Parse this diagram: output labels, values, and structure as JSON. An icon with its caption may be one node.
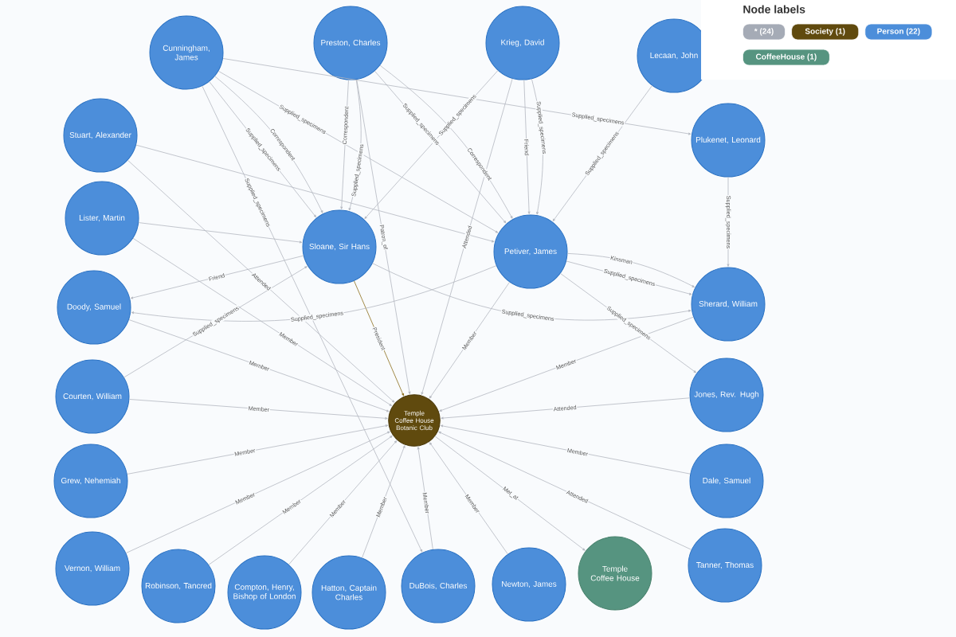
{
  "diagram": {
    "nodes": [
      {
        "text": [
          "Cunningham, James"
        ]
      },
      {
        "text": [
          "Preston, Charles"
        ]
      },
      {
        "text": [
          "Krieg, David"
        ]
      },
      {
        "text": [
          "Lecaan, John"
        ]
      },
      {
        "text": [
          "Stuart, Alexander"
        ]
      },
      {
        "text": [
          "Plukenet, Leonard"
        ]
      },
      {
        "text": [
          "Lister, Martin"
        ]
      },
      {
        "text": [
          "Sloane, Sir Hans"
        ]
      },
      {
        "text": [
          "Petiver, James"
        ]
      },
      {
        "text": [
          "Doody, Samuel"
        ]
      },
      {
        "text": [
          "Sherard, William"
        ]
      },
      {
        "text": [
          "Courten, William"
        ]
      },
      {
        "text": [
          "Temple Coffee House Botanic Club"
        ]
      },
      {
        "text": [
          "Jones, Rev. Hugh"
        ]
      },
      {
        "text": [
          "Grew, Nehemiah"
        ]
      },
      {
        "text": [
          "Dale, Samuel"
        ]
      },
      {
        "text": [
          "Vernon, William"
        ]
      },
      {
        "text": [
          "Robinson, Tancred"
        ]
      },
      {
        "text": [
          "Compton, Henry, Bishop of London"
        ]
      },
      {
        "text": [
          "Hatton, Captain Charles"
        ]
      },
      {
        "text": [
          "DuBois, Charles"
        ]
      },
      {
        "text": [
          "Newton, James"
        ]
      },
      {
        "text": [
          "Temple Coffee House"
        ]
      },
      {
        "text": [
          "Tanner, Thomas"
        ]
      }
    ],
    "edges": [
      {
        "from": 7,
        "to": 12,
        "arrow": "to",
        "label": "President",
        "color": "#8b6d1a"
      },
      {
        "from": 4,
        "to": 12,
        "arrow": "to",
        "label": "Attended"
      },
      {
        "from": 6,
        "to": 12,
        "arrow": "to",
        "label": "Member"
      },
      {
        "from": 9,
        "to": 12,
        "arrow": "to",
        "label": "Member"
      },
      {
        "from": 11,
        "to": 12,
        "arrow": "to",
        "label": "Member"
      },
      {
        "from": 14,
        "to": 12,
        "arrow": "to",
        "label": "Member"
      },
      {
        "from": 16,
        "to": 12,
        "arrow": "to",
        "label": "Member"
      },
      {
        "from": 17,
        "to": 12,
        "arrow": "to",
        "label": "Member"
      },
      {
        "from": 18,
        "to": 12,
        "arrow": "to",
        "label": "Member"
      },
      {
        "from": 19,
        "to": 12,
        "arrow": "to",
        "label": "Member"
      },
      {
        "from": 20,
        "to": 12,
        "arrow": "to",
        "label": "Member"
      },
      {
        "from": 21,
        "to": 12,
        "arrow": "to",
        "label": "Member"
      },
      {
        "from": 12,
        "to": 22,
        "arrow": "to",
        "label": "Met_at"
      },
      {
        "from": 23,
        "to": 12,
        "arrow": "to",
        "label": "Attended"
      },
      {
        "from": 15,
        "to": 12,
        "arrow": "to",
        "label": "Member"
      },
      {
        "from": 13,
        "to": 12,
        "arrow": "to",
        "label": "Attended"
      },
      {
        "from": 10,
        "to": 12,
        "arrow": "to",
        "label": "Member"
      },
      {
        "from": 8,
        "to": 12,
        "arrow": "to",
        "label": "Member"
      },
      {
        "from": 2,
        "to": 12,
        "arrow": "to",
        "label": "Attended"
      },
      {
        "from": 1,
        "to": 12,
        "arrow": "to",
        "label": "Patron_of"
      },
      {
        "from": 0,
        "to": 20,
        "arrow": "to",
        "label": "Supplied_specimens"
      },
      {
        "from": 0,
        "to": 7,
        "arrow": "to",
        "label": "Supplied_specimens"
      },
      {
        "from": 0,
        "to": 7,
        "arrow": "to",
        "label": "Correspondent"
      },
      {
        "from": 0,
        "to": 8,
        "arrow": "to",
        "label": "Supplied_specimens"
      },
      {
        "from": 0,
        "to": 5,
        "arrow": "to",
        "label": "Supplied_specimens"
      },
      {
        "from": 1,
        "to": 7,
        "arrow": "to",
        "label": "Correspondent"
      },
      {
        "from": 1,
        "to": 7,
        "arrow": "to",
        "label": "Supplied_specimens"
      },
      {
        "from": 1,
        "to": 8,
        "arrow": "to",
        "label": "Supplied_specimens"
      },
      {
        "from": 1,
        "to": 8,
        "arrow": "to",
        "label": "Correspondent"
      },
      {
        "from": 2,
        "to": 8,
        "arrow": "to",
        "label": "Friend"
      },
      {
        "from": 2,
        "to": 8,
        "arrow": "to",
        "label": "Supplied_specimens"
      },
      {
        "from": 2,
        "to": 7,
        "arrow": "to",
        "label": "Supplied_specimens"
      },
      {
        "from": 3,
        "to": 8,
        "arrow": "to",
        "label": "Supplied_specimens"
      },
      {
        "from": 5,
        "to": 10,
        "arrow": "to",
        "label": "Supplied_specimens"
      },
      {
        "from": 8,
        "to": 10,
        "arrow": "to",
        "label": "Supplied_specimens"
      },
      {
        "from": 8,
        "to": 10,
        "arrow": "to",
        "label": "Kinsman"
      },
      {
        "from": 8,
        "to": 13,
        "arrow": "to",
        "label": "Supplied_specimens"
      },
      {
        "from": 7,
        "to": 9,
        "arrow": "to",
        "label": "Friend"
      },
      {
        "from": 8,
        "to": 9,
        "arrow": "to",
        "label": "Supplied_specimens"
      },
      {
        "from": 11,
        "to": 7,
        "arrow": "to",
        "label": "Supplied_specimens"
      },
      {
        "from": 6,
        "to": 7,
        "arrow": "to"
      },
      {
        "from": 4,
        "to": 8,
        "arrow": "to"
      },
      {
        "from": 7,
        "to": 10,
        "arrow": "to",
        "label": "Supplied_specimens"
      }
    ],
    "labels": [
      "Node labels"
    ],
    "legend": [
      {
        "text": "* (24)",
        "color": "#a5abb6"
      },
      {
        "text": "Society (1)",
        "color": "#604a0e"
      },
      {
        "text": "Person (22)",
        "color": "#4c8eda"
      },
      {
        "text": "CoffeeHouse (1)",
        "color": "#569480"
      }
    ]
  }
}
